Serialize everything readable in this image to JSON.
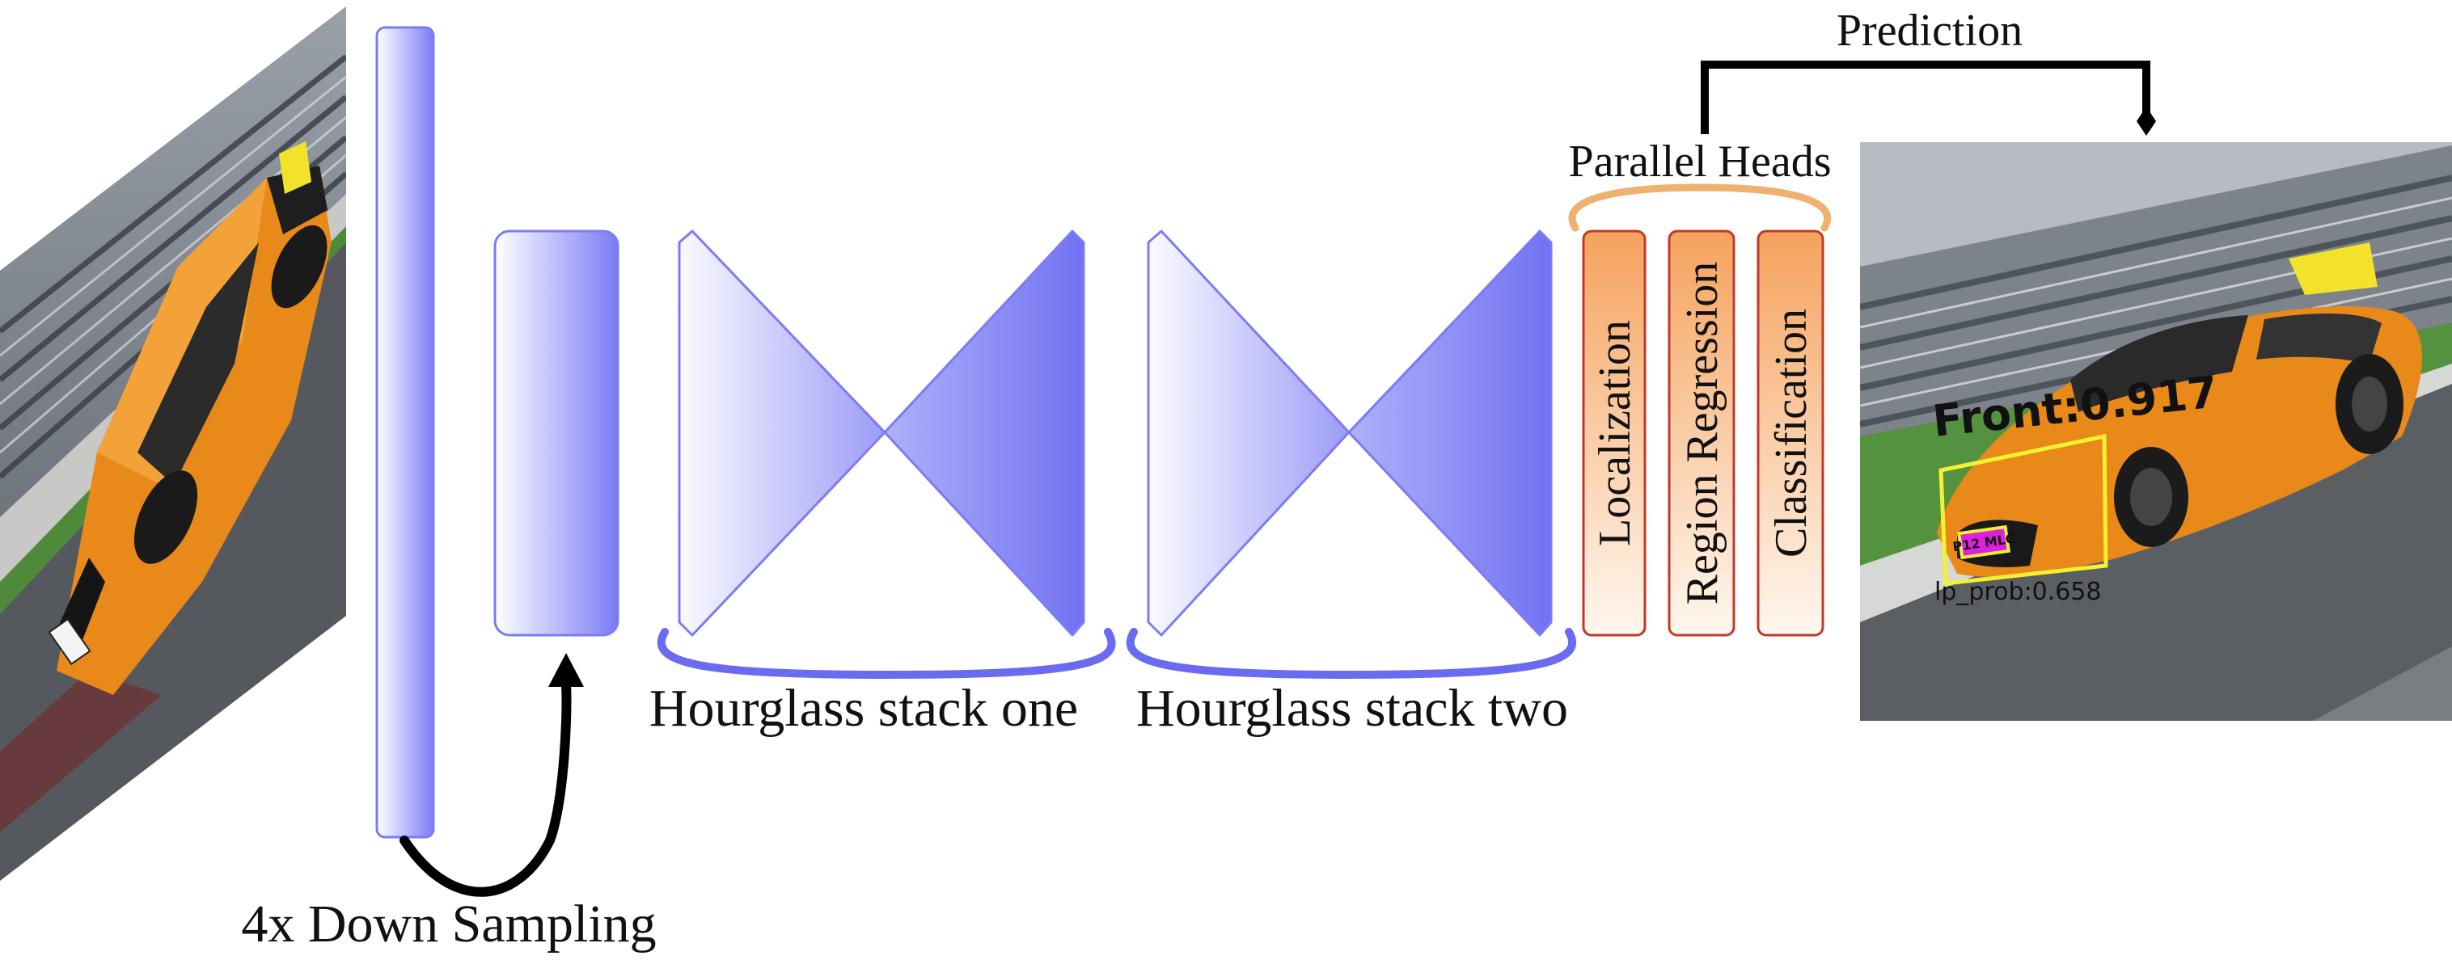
{
  "labels": {
    "down_sampling": "4x Down Sampling",
    "hourglass_one": "Hourglass stack one",
    "hourglass_two": "Hourglass stack two",
    "parallel_heads": "Parallel Heads",
    "prediction": "Prediction"
  },
  "heads": [
    {
      "label": "Localization"
    },
    {
      "label": "Region Regression"
    },
    {
      "label": "Classification"
    }
  ],
  "detections": {
    "front_label": "Front:0.917",
    "lp_label": "lp_prob:0.658",
    "plate_text": "P12 MLC"
  },
  "colors": {
    "block_blue": "#7b7bf5",
    "head_orange": "#f5a25d",
    "head_border": "#c0392b",
    "bracket_orange": "#f0b070",
    "car_orange": "#e8891a",
    "detection_yellow": "#f2f230",
    "plate_magenta": "#e020e0"
  }
}
